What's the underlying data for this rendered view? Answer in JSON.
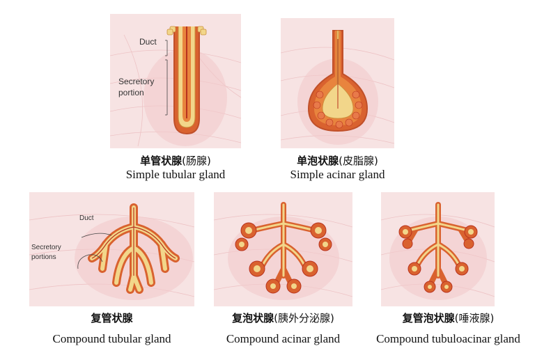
{
  "colors": {
    "panel_bg": "#f7e3e3",
    "fiber": "#e9b5b8",
    "gland_outer": "#d9622f",
    "gland_fill": "#e8843e",
    "cell_yellow": "#f2d68a",
    "cell_stroke": "#c98f3a",
    "lumen": "#b8321e"
  },
  "panels": {
    "simple_tubular": {
      "labels": {
        "duct": "Duct",
        "secretory_1": "Secretory",
        "secretory_2": "portion"
      },
      "caption_zh": "单管状腺",
      "caption_zh_paren": "(肠腺)",
      "caption_en": "Simple tubular gland"
    },
    "simple_acinar": {
      "caption_zh": "单泡状腺",
      "caption_zh_paren": "(皮脂腺)",
      "caption_en": "Simple acinar gland"
    },
    "compound_tubular": {
      "labels": {
        "duct": "Duct",
        "secretory_1": "Secretory",
        "secretory_2": "portions"
      },
      "caption_zh": "复管状腺",
      "caption_zh_paren": "",
      "caption_en": "Compound tubular gland"
    },
    "compound_acinar": {
      "caption_zh": "复泡状腺",
      "caption_zh_paren": "(胰外分泌腺)",
      "caption_en": "Compound acinar gland"
    },
    "compound_tubuloacinar": {
      "caption_zh": "复管泡状腺",
      "caption_zh_paren": "(唾液腺)",
      "caption_en": "Compound tubuloacinar gland"
    }
  }
}
